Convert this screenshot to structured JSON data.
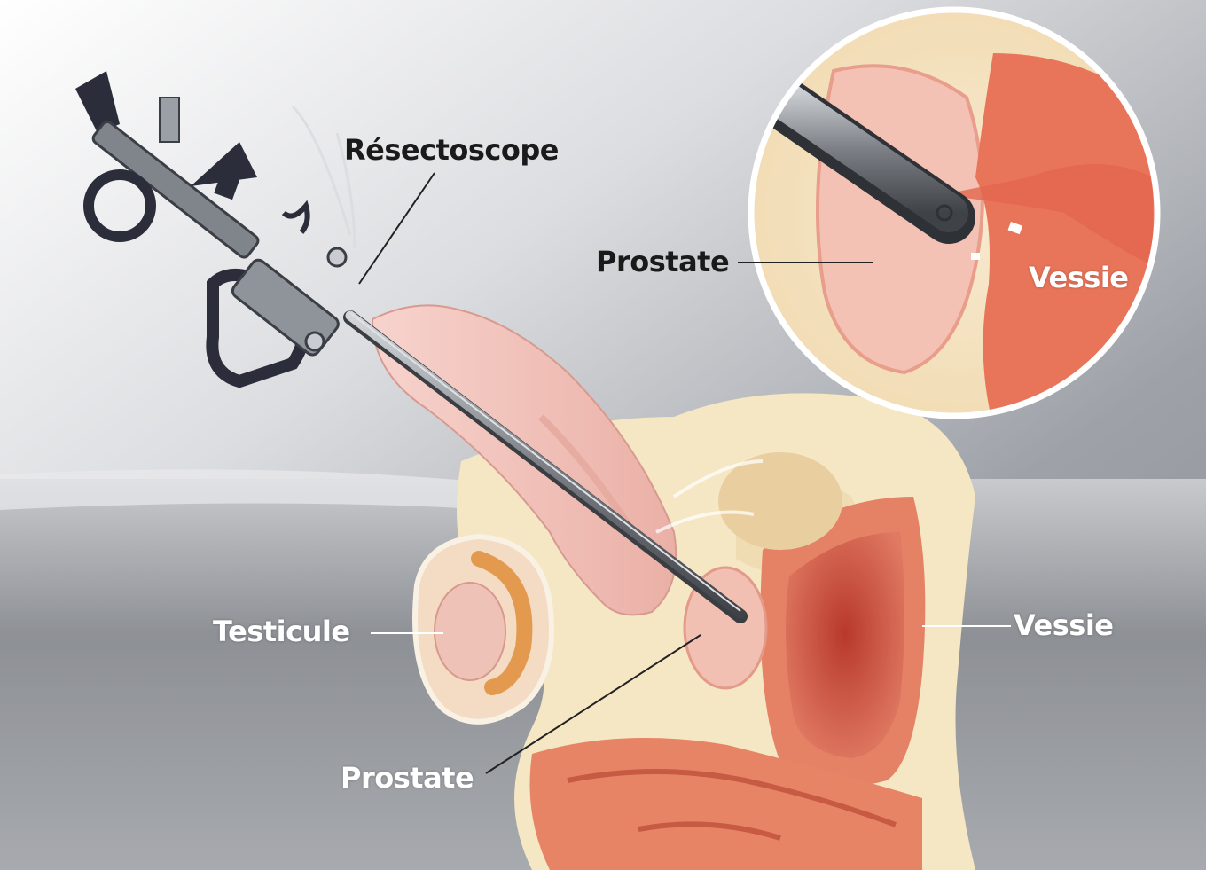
{
  "labels": {
    "resectoscope": "Résectoscope",
    "prostate_inset": "Prostate",
    "vessie_inset": "Vessie",
    "testicule": "Testicule",
    "vessie_main": "Vessie",
    "prostate_main": "Prostate"
  },
  "colors": {
    "tissue_pink": "#f2b9ad",
    "muscle_orange": "#e2705a",
    "fat_cream": "#f6e7c6",
    "instrument_steel": "#6d7278",
    "instrument_dark": "#2a2d3a",
    "background_gray": "#b9bcc1"
  }
}
